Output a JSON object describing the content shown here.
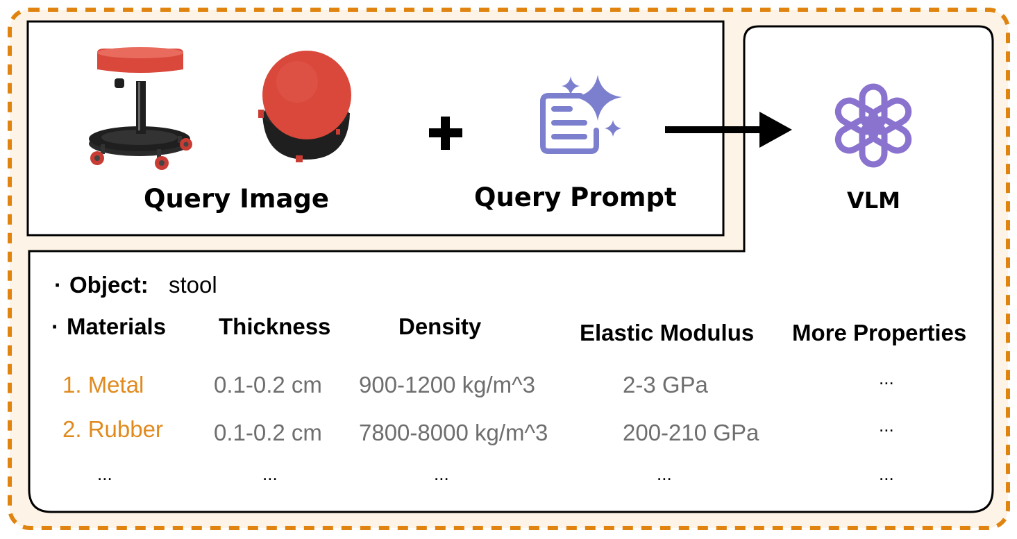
{
  "query_image_label": "Query Image",
  "query_prompt_label": "Query Prompt",
  "vlm_label": "VLM",
  "plus_symbol": "+",
  "object": {
    "key": "Object:",
    "value": "stool"
  },
  "bullet": "·",
  "table": {
    "headers": [
      "Materials",
      "Thickness",
      "Density",
      "Elastic Modulus",
      "More Properties"
    ],
    "rows": [
      {
        "material": "1. Metal",
        "thickness": "0.1-0.2 cm",
        "density": "900-1200 kg/m^3",
        "modulus": "2-3 GPa",
        "more": "..."
      },
      {
        "material": "2. Rubber",
        "thickness": "0.1-0.2 cm",
        "density": "7800-8000 kg/m^3",
        "modulus": "200-210 GPa",
        "more": "..."
      }
    ],
    "ellipsis_row": [
      "...",
      "...",
      "...",
      "...",
      "..."
    ]
  },
  "colors": {
    "frame_dash": "#e0840f",
    "frame_fill": "#fdf3e6",
    "accent_orange": "#e08a1e",
    "icon_purple": "#7b7fce",
    "logo_purple": "#8a72cf",
    "value_gray": "#6e6e6e",
    "seat_red": "#d9483b",
    "base_black": "#1e1e1e"
  },
  "icons": [
    "stool-side-image",
    "stool-top-image",
    "plus-icon",
    "ai-prompt-document-icon",
    "arrow-right-icon",
    "vlm-logo-icon"
  ]
}
